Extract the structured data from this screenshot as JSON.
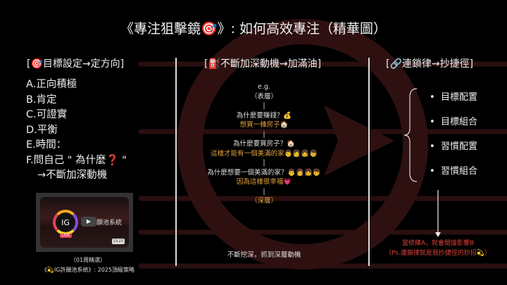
{
  "title": "《專注狙擊鏡🎯》: 如何高效專注（精華圖）",
  "left": {
    "header": "[🎯目標設定→定方向]",
    "items": [
      "A.正向積極",
      "B.肯定",
      "C.可證實",
      "D.平衡",
      "E.時間：",
      "F.問自己 \" 為什麼❓ \"",
      "→不斷加深動機"
    ],
    "video": {
      "logo": "IG",
      "live": "LIVE",
      "title": "願池系統",
      "duration": "13:23",
      "play": "▶"
    },
    "caption1": "（01周精選）",
    "caption2": "《💫IG許願池系統》: 2025頂級策略"
  },
  "middle": {
    "header": "[⛽不斷加深動機→加滿油]",
    "lines": [
      {
        "text": "e.g.",
        "tone": "w"
      },
      {
        "text": "（表層）",
        "tone": "w"
      },
      {
        "text": "|",
        "tone": "w"
      },
      {
        "text": "為什麼要賺錢？💰",
        "tone": "w"
      },
      {
        "text": "想買一棟房子🏠",
        "tone": "o"
      },
      {
        "text": "|",
        "tone": "w"
      },
      {
        "text": "為什麼要買房子？🏠",
        "tone": "w"
      },
      {
        "text": "這樣才能有一個美滿的家👨👩👧👦",
        "tone": "o"
      },
      {
        "text": "|",
        "tone": "w"
      },
      {
        "text": "為什麼想要一個美滿的家？👨👩👧👦",
        "tone": "w"
      },
      {
        "text": "因為這樣很幸福💗",
        "tone": "o"
      },
      {
        "text": "|",
        "tone": "w"
      },
      {
        "text": "（深層）",
        "tone": "o"
      }
    ],
    "footer": "不斷挖深，抓到深層動機"
  },
  "right": {
    "header": "[🔗連鎖律→抄捷徑]",
    "items": [
      "目標配置",
      "目標組合",
      "習慣配置",
      "習慣組合"
    ],
    "note1": "當修練A，就會間接影響B",
    "note2": "（Ps.連鎖律就是我抄捷徑的妙招💫）"
  },
  "colors": {
    "background": "#000000",
    "logo": "#3a1414",
    "accent_orange": "#e6a23c",
    "accent_red": "#d9403a"
  }
}
